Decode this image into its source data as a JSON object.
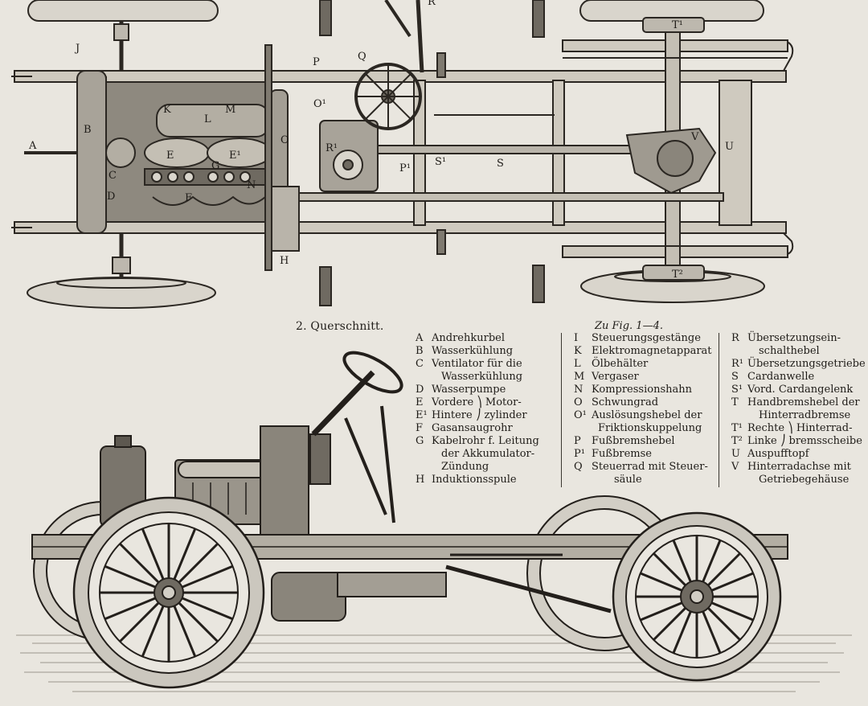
{
  "figure": {
    "caption": "2. Querschnitt.",
    "legend_heading": "Zu Fig. 1—4."
  },
  "callouts": [
    "A",
    "B",
    "C",
    "D",
    "E",
    "E¹",
    "F",
    "G",
    "H",
    "J",
    "K",
    "L",
    "M",
    "N",
    "O",
    "O¹",
    "P",
    "P¹",
    "Q",
    "R",
    "R¹",
    "S",
    "S¹",
    "T¹",
    "T²",
    "U",
    "V"
  ],
  "legend": {
    "columns": [
      [
        {
          "key": "A",
          "text": "Andrehkurbel"
        },
        {
          "key": "B",
          "text": "Wasserkühlung"
        },
        {
          "key": "C",
          "text": "Ventilator für die"
        },
        {
          "key": "",
          "text": "Wasserkühlung"
        },
        {
          "key": "D",
          "text": "Wasserpumpe"
        },
        {
          "key": "E",
          "text": "Vordere ⎞ Motor-"
        },
        {
          "key": "E¹",
          "text": "Hintere ⎠ zylinder"
        },
        {
          "key": "F",
          "text": "Gasansaugrohr"
        },
        {
          "key": "G",
          "text": "Kabelrohr f. Leitung"
        },
        {
          "key": "",
          "text": "der Akkumulator-"
        },
        {
          "key": "",
          "text": "Zündung"
        },
        {
          "key": "H",
          "text": "Induktionsspule"
        }
      ],
      [
        {
          "key": "I",
          "text": "Steuerungsgestänge"
        },
        {
          "key": "K",
          "text": "Elektromagnetapparat"
        },
        {
          "key": "L",
          "text": "Ölbehälter"
        },
        {
          "key": "M",
          "text": "Vergaser"
        },
        {
          "key": "N",
          "text": "Kompressionshahn"
        },
        {
          "key": "O",
          "text": "Schwungrad"
        },
        {
          "key": "O¹",
          "text": "Auslösungshebel der"
        },
        {
          "key": "",
          "text": "Friktionskuppelung"
        },
        {
          "key": "P",
          "text": "Fußbremshebel"
        },
        {
          "key": "P¹",
          "text": "Fußbremse"
        },
        {
          "key": "Q",
          "text": "Steuerrad mit Steuer-"
        },
        {
          "key": "",
          "text": "säule"
        }
      ],
      [
        {
          "key": "R",
          "text": "Übersetzungsein-"
        },
        {
          "key": "",
          "text": "schalthebel"
        },
        {
          "key": "R¹",
          "text": "Übersetzungsgetriebe"
        },
        {
          "key": "S",
          "text": "Cardanwelle"
        },
        {
          "key": "S¹",
          "text": "Vord. Cardangelenk"
        },
        {
          "key": "T",
          "text": "Handbremshebel der"
        },
        {
          "key": "",
          "text": "Hinterradbremse"
        },
        {
          "key": "T¹",
          "text": "Rechte ⎞ Hinterrad-"
        },
        {
          "key": "T²",
          "text": "Linke ⎠ bremsscheibe"
        },
        {
          "key": "U",
          "text": "Auspufftopf"
        },
        {
          "key": "V",
          "text": "Hinterradachse mit"
        },
        {
          "key": "",
          "text": "Getriebegehäuse"
        }
      ]
    ]
  }
}
